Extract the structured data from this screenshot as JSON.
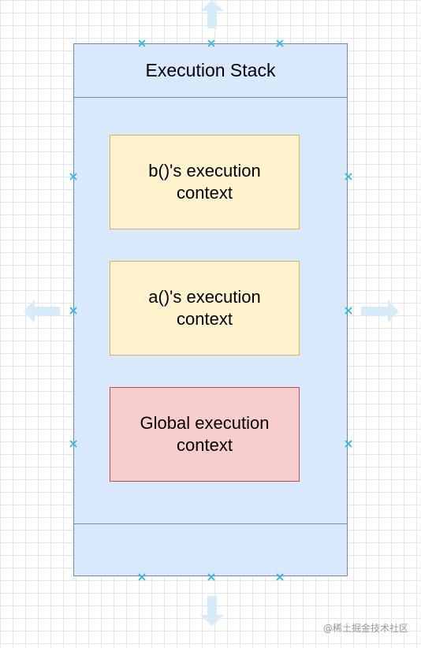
{
  "stack": {
    "title": "Execution Stack",
    "contexts": [
      {
        "label": "b()'s execution context"
      },
      {
        "label": "a()'s execution context"
      },
      {
        "label": "Global execution context"
      }
    ]
  },
  "colors": {
    "stack_fill": "#dae8fc",
    "stack_border": "#6c8ebf",
    "function_fill": "#fff2cc",
    "function_border": "#d6b656",
    "global_fill": "#f8cecc",
    "global_border": "#b85450",
    "handle": "#29b6f2",
    "arrow": "#d6ecfb"
  },
  "icons": {
    "connection_point": "x-mark-icon",
    "expand_arrow": "arrow-icon"
  },
  "watermark": "@稀土掘金技术社区"
}
